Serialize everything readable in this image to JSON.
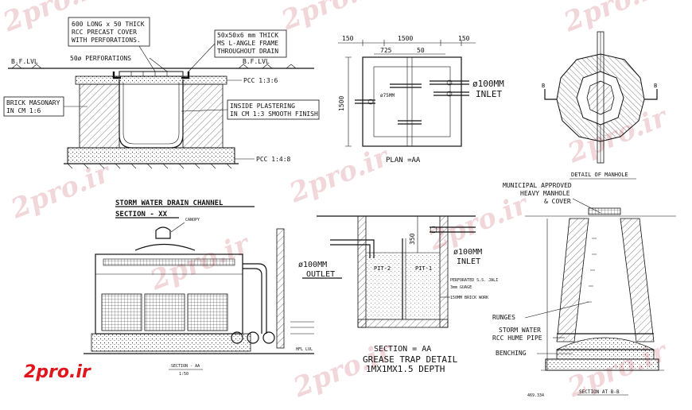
{
  "watermark": "2pro.ir",
  "logo": "2pro.ir",
  "drain": {
    "cover_1": "600 LONG x 50 THICK",
    "cover_2": "RCC PRECAST COVER",
    "cover_3": "WITH PERFORATIONS.",
    "perf": "50ø PERFORATIONS",
    "frame_1": "50x50x6 mm THICK",
    "frame_2": "MS L-ANGLE FRAME",
    "frame_3": "THROUGHOUT DRAIN",
    "bflvl_left": "B.F.LVL",
    "bflvl_right": "B.F.LVL",
    "pcc_top": "PCC 1:3:6",
    "brick_1": "BRICK MASONARY",
    "brick_2": "IN CM 1:6",
    "plaster_1": "INSIDE PLASTERING",
    "plaster_2": "IN CM 1:3 SMOOTH FINISH",
    "pcc_bottom": "PCC 1:4:8",
    "title": "STORM WATER DRAIN CHANNEL",
    "section": "SECTION - XX"
  },
  "plan": {
    "dim_total": "1500",
    "dim_left": "150",
    "dim_right": "150",
    "dim_725": "725",
    "dim_50": "50",
    "dim_height": "1500",
    "pipe_small": "ø75MM",
    "inlet_1": "ø100MM",
    "inlet_2": "INLET",
    "label": "PLAN =AA"
  },
  "manhole_plan": {
    "b_left": "B",
    "b_right": "B",
    "label": "DETAIL OF MANHOLE"
  },
  "tower": {
    "canopy": "CANOPY",
    "section_1": "SECTION - AA",
    "section_2": "1:50",
    "hfl": "HFL LVL"
  },
  "grease": {
    "dim_350": "350",
    "outlet_1": "ø100MM",
    "outlet_2": "OUTLET",
    "inlet_1": "ø100MM",
    "inlet_2": "INLET",
    "pit1": "PIT-1",
    "pit2": "PIT-2",
    "jali_1": "PERFORATED S.S. JALI",
    "jali_2": "3mm GUAGE",
    "brick": "150MM BRICK WORK",
    "section": "SECTION = AA",
    "title_1": "GREASE TRAP DETAIL",
    "title_2": "1MX1MX1.5 DEPTH"
  },
  "manhole_section": {
    "mun_1": "MUNICIPAL APPROVED",
    "mun_2": "HEAVY MANHOLE",
    "mun_3": "& COVER",
    "runges": "RUNGES",
    "storm_1": "STORM WATER",
    "storm_2": "RCC HUME PIPE",
    "benching": "BENCHING",
    "label": "SECTION AT B-B",
    "level": "469.334"
  }
}
